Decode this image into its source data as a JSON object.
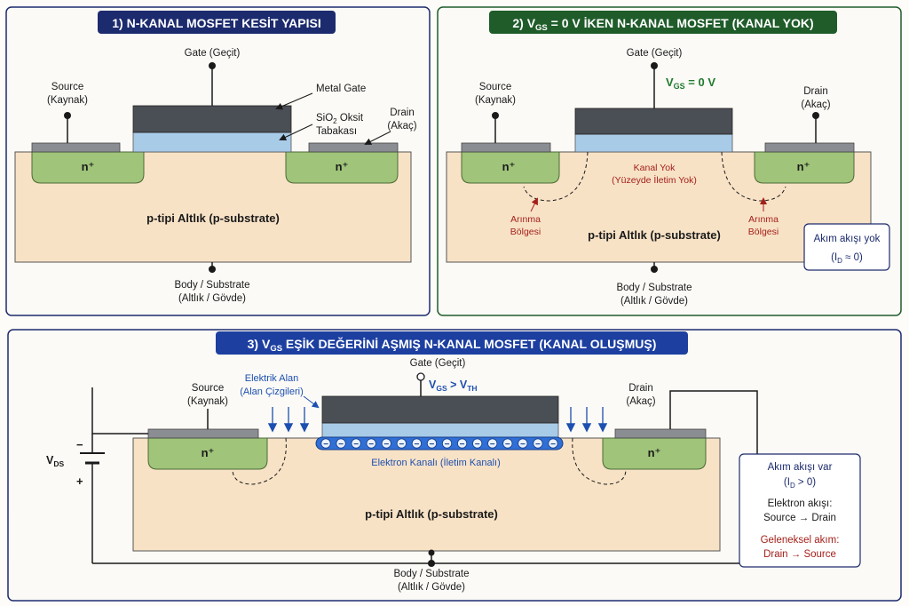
{
  "panel1": {
    "title": "1) N-KANAL MOSFET KESİT YAPISI",
    "gate_label": "Gate (Geçit)",
    "source_label_1": "Source",
    "source_label_2": "(Kaynak)",
    "drain_label_1": "Drain",
    "drain_label_2": "(Akaç)",
    "metal_gate": "Metal Gate",
    "oxide_label_1": "SiO",
    "oxide_label_sub": "2",
    "oxide_label_2": " Oksit",
    "oxide_label_3": "Tabakası",
    "n_plus": "n⁺",
    "substrate": "p-tipi Altlık (p-substrate)",
    "body_1": "Body / Substrate",
    "body_2": "(Altlık / Gövde)"
  },
  "panel2": {
    "title_pre": "2) V",
    "title_sub": "GS",
    "title_post": " = 0 V İKEN N-KANAL MOSFET (KANAL YOK)",
    "gate_label": "Gate (Geçit)",
    "vgs_pre": "V",
    "vgs_sub": "GS",
    "vgs_post": " = 0 V",
    "source_label_1": "Source",
    "source_label_2": "(Kaynak)",
    "drain_label_1": "Drain",
    "drain_label_2": "(Akaç)",
    "n_plus": "n⁺",
    "no_channel_1": "Kanal Yok",
    "no_channel_2": "(Yüzeyde İletim Yok)",
    "depletion_1": "Arınma",
    "depletion_2": "Bölgesi",
    "substrate": "p-tipi Altlık (p-substrate)",
    "current_box_1": "Akım akışı yok",
    "current_box_2_pre": "(I",
    "current_box_2_sub": "D",
    "current_box_2_post": " ≈ 0)",
    "body_1": "Body / Substrate",
    "body_2": "(Altlık / Gövde)"
  },
  "panel3": {
    "title_pre": "3) V",
    "title_sub": "GS",
    "title_post": " EŞİK DEĞERİNİ AŞMIŞ N-KANAL MOSFET (KANAL OLUŞMUŞ)",
    "gate_label": "Gate (Geçit)",
    "vgs_pre": "V",
    "vgs_sub": "GS",
    "vgs_mid": " > V",
    "vgs_sub2": "TH",
    "efield_1": "Elektrik Alan",
    "efield_2": "(Alan Çizgileri)",
    "source_label_1": "Source",
    "source_label_2": "(Kaynak)",
    "drain_label_1": "Drain",
    "drain_label_2": "(Akaç)",
    "n_plus": "n⁺",
    "electron_symbol": "−",
    "electron_channel": "Elektron Kanalı (İletim Kanalı)",
    "substrate": "p-tipi Altlık (p-substrate)",
    "vds_pre": "V",
    "vds_sub": "DS",
    "minus": "−",
    "plus": "+",
    "current_1": "Akım akışı var",
    "current_2_pre": "(I",
    "current_2_sub": "D",
    "current_2_post": " > 0)",
    "electron_flow_1": "Elektron akışı:",
    "electron_flow_2": "Source → Drain",
    "conventional_1": "Geleneksel akım:",
    "conventional_2": "Drain → Source",
    "body_1": "Body / Substrate",
    "body_2": "(Altlık / Gövde)"
  },
  "colors": {
    "header_blue": "#1c2b6e",
    "header_green": "#1f5c2a",
    "substrate": "#f8e2c6",
    "n_region": "#9fc47a",
    "gate_metal": "#4a4e55",
    "oxide": "#a8cbe8",
    "contact": "#8a8d92",
    "red_text": "#a3201a",
    "blue_text": "#1d4fb0",
    "green_text": "#1f7a2e"
  }
}
